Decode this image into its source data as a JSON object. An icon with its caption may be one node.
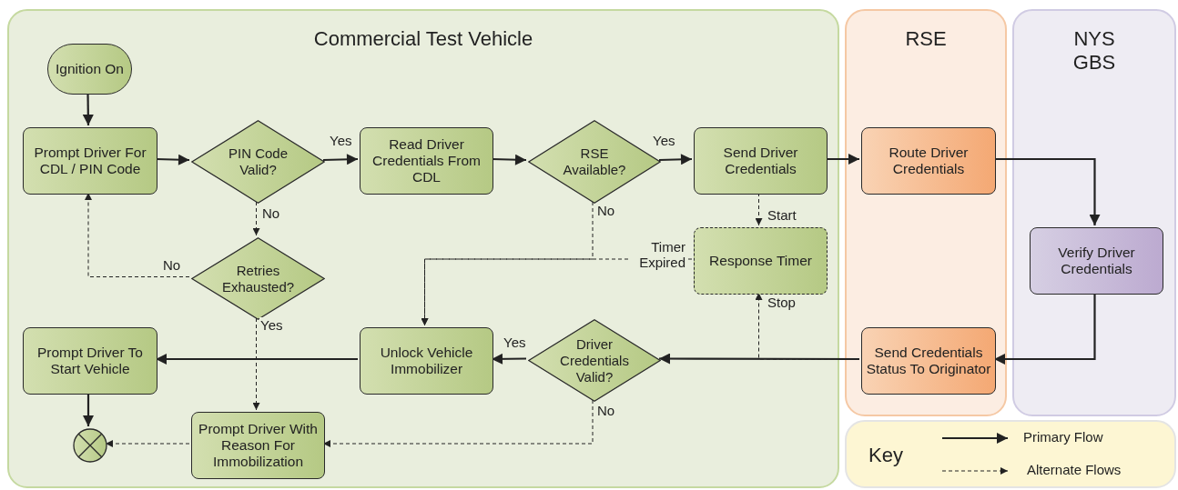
{
  "diagram": {
    "nodes": [
      {
        "text": [
          "Commercial Test Vehicle"
        ]
      },
      {
        "text": [
          "RSE"
        ]
      },
      {
        "text": [
          "NYS GBS"
        ]
      },
      {
        "text": [
          "Ignition On"
        ],
        "in": 0
      },
      {
        "text": [
          "Prompt Driver For CDL / PIN Code"
        ],
        "in": 0
      },
      {
        "text": [
          "PIN Code Valid?"
        ],
        "in": 0
      },
      {
        "text": [
          "Read Driver Credentials From CDL"
        ],
        "in": 0
      },
      {
        "text": [
          "RSE Available?"
        ],
        "in": 0
      },
      {
        "text": [
          "Send Driver Credentials"
        ],
        "in": 0
      },
      {
        "text": [
          "Route Driver Credentials"
        ],
        "in": 1
      },
      {
        "text": [
          "Verify Driver Credentials"
        ],
        "in": 2
      },
      {
        "text": [
          "Response Timer"
        ],
        "in": 0
      },
      {
        "text": [
          "Retries Exhausted?"
        ],
        "in": 0
      },
      {
        "text": [
          "Send Credentials Status To Originator"
        ],
        "in": 1
      },
      {
        "text": [
          "Driver Credentials Valid?"
        ],
        "in": 0
      },
      {
        "text": [
          "Unlock Vehicle Immobilizer"
        ],
        "in": 0
      },
      {
        "text": [
          "Prompt Driver To Start Vehicle"
        ],
        "in": 0
      },
      {
        "text": [
          "Prompt Driver With Reason For Immobilization"
        ],
        "in": 0
      },
      {
        "text": [],
        "shape": "circle",
        "in": 0
      },
      {
        "text": [
          "Key"
        ]
      }
    ],
    "edges": [
      {
        "from": 3,
        "to": 4,
        "arrow": "to"
      },
      {
        "from": 4,
        "to": 5,
        "arrow": "to"
      },
      {
        "from": 5,
        "to": 6,
        "arrow": "to",
        "label": "Yes"
      },
      {
        "from": 6,
        "to": 7,
        "arrow": "to"
      },
      {
        "from": 7,
        "to": 8,
        "arrow": "to",
        "label": "Yes"
      },
      {
        "from": 8,
        "to": 9,
        "arrow": "to"
      },
      {
        "from": 9,
        "to": 10,
        "arrow": "to"
      },
      {
        "from": 10,
        "to": 13,
        "arrow": "to"
      },
      {
        "from": 13,
        "to": 14,
        "arrow": "to"
      },
      {
        "from": 14,
        "to": 15,
        "arrow": "to",
        "label": "Yes"
      },
      {
        "from": 15,
        "to": 16,
        "arrow": "to"
      },
      {
        "from": 16,
        "to": 18,
        "arrow": "to"
      },
      {
        "from": 5,
        "to": 12,
        "arrow": "to",
        "label": "No",
        "style": "dashed"
      },
      {
        "from": 12,
        "to": 4,
        "arrow": "to",
        "label": "No",
        "style": "dashed"
      },
      {
        "from": 12,
        "to": 17,
        "arrow": "to",
        "label": "Yes",
        "style": "dashed"
      },
      {
        "from": 7,
        "to": 15,
        "arrow": "to",
        "label": "No",
        "style": "dashed"
      },
      {
        "from": 11,
        "to": 15,
        "arrow": "to",
        "label": "Timer Expired",
        "style": "dashed"
      },
      {
        "from": 8,
        "to": 11,
        "arrow": "to",
        "label": "Start",
        "style": "dashed"
      },
      {
        "from": 13,
        "to": 11,
        "arrow": "to",
        "label": "Stop",
        "style": "dashed"
      },
      {
        "from": 14,
        "to": 17,
        "arrow": "to",
        "label": "No",
        "style": "dashed"
      },
      {
        "from": 17,
        "to": 18,
        "arrow": "to",
        "style": "dashed"
      }
    ],
    "legend": [
      {
        "text": "Primary Flow"
      },
      {
        "text": "Alternate Flows"
      }
    ]
  }
}
